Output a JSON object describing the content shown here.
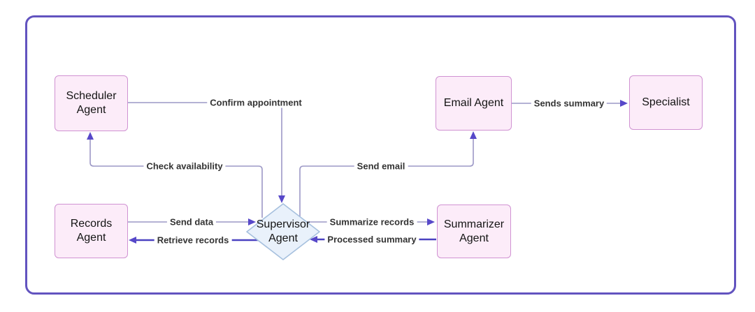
{
  "diagram": {
    "type": "flowchart",
    "nodes": [
      {
        "id": "scheduler",
        "label": "Scheduler Agent",
        "shape": "rect"
      },
      {
        "id": "records",
        "label": "Records Agent",
        "shape": "rect"
      },
      {
        "id": "supervisor",
        "label": "Supervisor Agent",
        "shape": "diamond"
      },
      {
        "id": "email",
        "label": "Email Agent",
        "shape": "rect"
      },
      {
        "id": "summarizer",
        "label": "Summarizer Agent",
        "shape": "rect"
      },
      {
        "id": "specialist",
        "label": "Specialist",
        "shape": "rect"
      }
    ],
    "edges": [
      {
        "from": "scheduler",
        "to": "supervisor",
        "label": "Confirm appointment"
      },
      {
        "from": "supervisor",
        "to": "scheduler",
        "label": "Check availability"
      },
      {
        "from": "supervisor",
        "to": "email",
        "label": "Send email"
      },
      {
        "from": "records",
        "to": "supervisor",
        "label": "Send data"
      },
      {
        "from": "supervisor",
        "to": "records",
        "label": "Retrieve records"
      },
      {
        "from": "supervisor",
        "to": "summarizer",
        "label": "Summarize records"
      },
      {
        "from": "summarizer",
        "to": "supervisor",
        "label": "Processed summary"
      },
      {
        "from": "email",
        "to": "specialist",
        "label": "Sends summary"
      }
    ],
    "colors": {
      "frame_border": "#6253bf",
      "node_fill": "#fcecf9",
      "node_border": "#d092d2",
      "diamond_fill": "#e9f1fb",
      "diamond_border": "#a6c0de",
      "edge_line": "#9c98c6",
      "edge_line_strong": "#4b42c1",
      "arrow": "#5748c9",
      "label_text": "#333333",
      "node_text": "#141414"
    }
  }
}
